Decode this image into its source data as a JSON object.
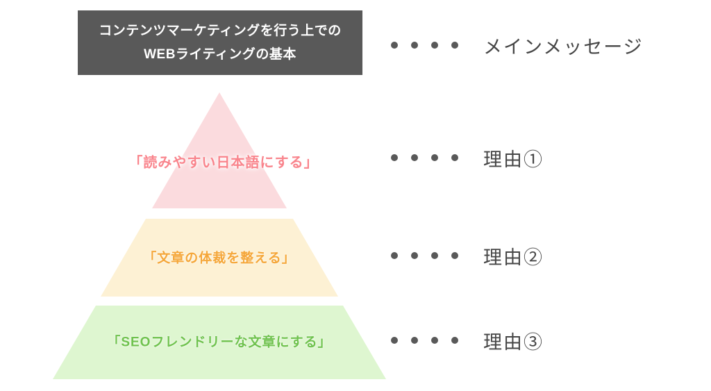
{
  "header": {
    "line1": "コンテンツマーケティングを行う上での",
    "line2": "WEBライティングの基本",
    "background": "#595959",
    "text_color": "#ffffff"
  },
  "pyramid": {
    "levels": [
      {
        "label": "「読みやすい日本語にする」",
        "fill": "#fbdbde",
        "text_color": "#f9848c"
      },
      {
        "label": "「文章の体裁を整える」",
        "fill": "#fdf1d4",
        "text_color": "#f5a73a"
      },
      {
        "label": "「SEOフレンドリーな文章にする」",
        "fill": "#def6d0",
        "text_color": "#6fc24e"
      }
    ]
  },
  "annotations": {
    "dot_color": "#595959",
    "text_color": "#464646",
    "items": [
      {
        "label": "メインメッセージ"
      },
      {
        "label": "理由①"
      },
      {
        "label": "理由②"
      },
      {
        "label": "理由③"
      }
    ]
  }
}
